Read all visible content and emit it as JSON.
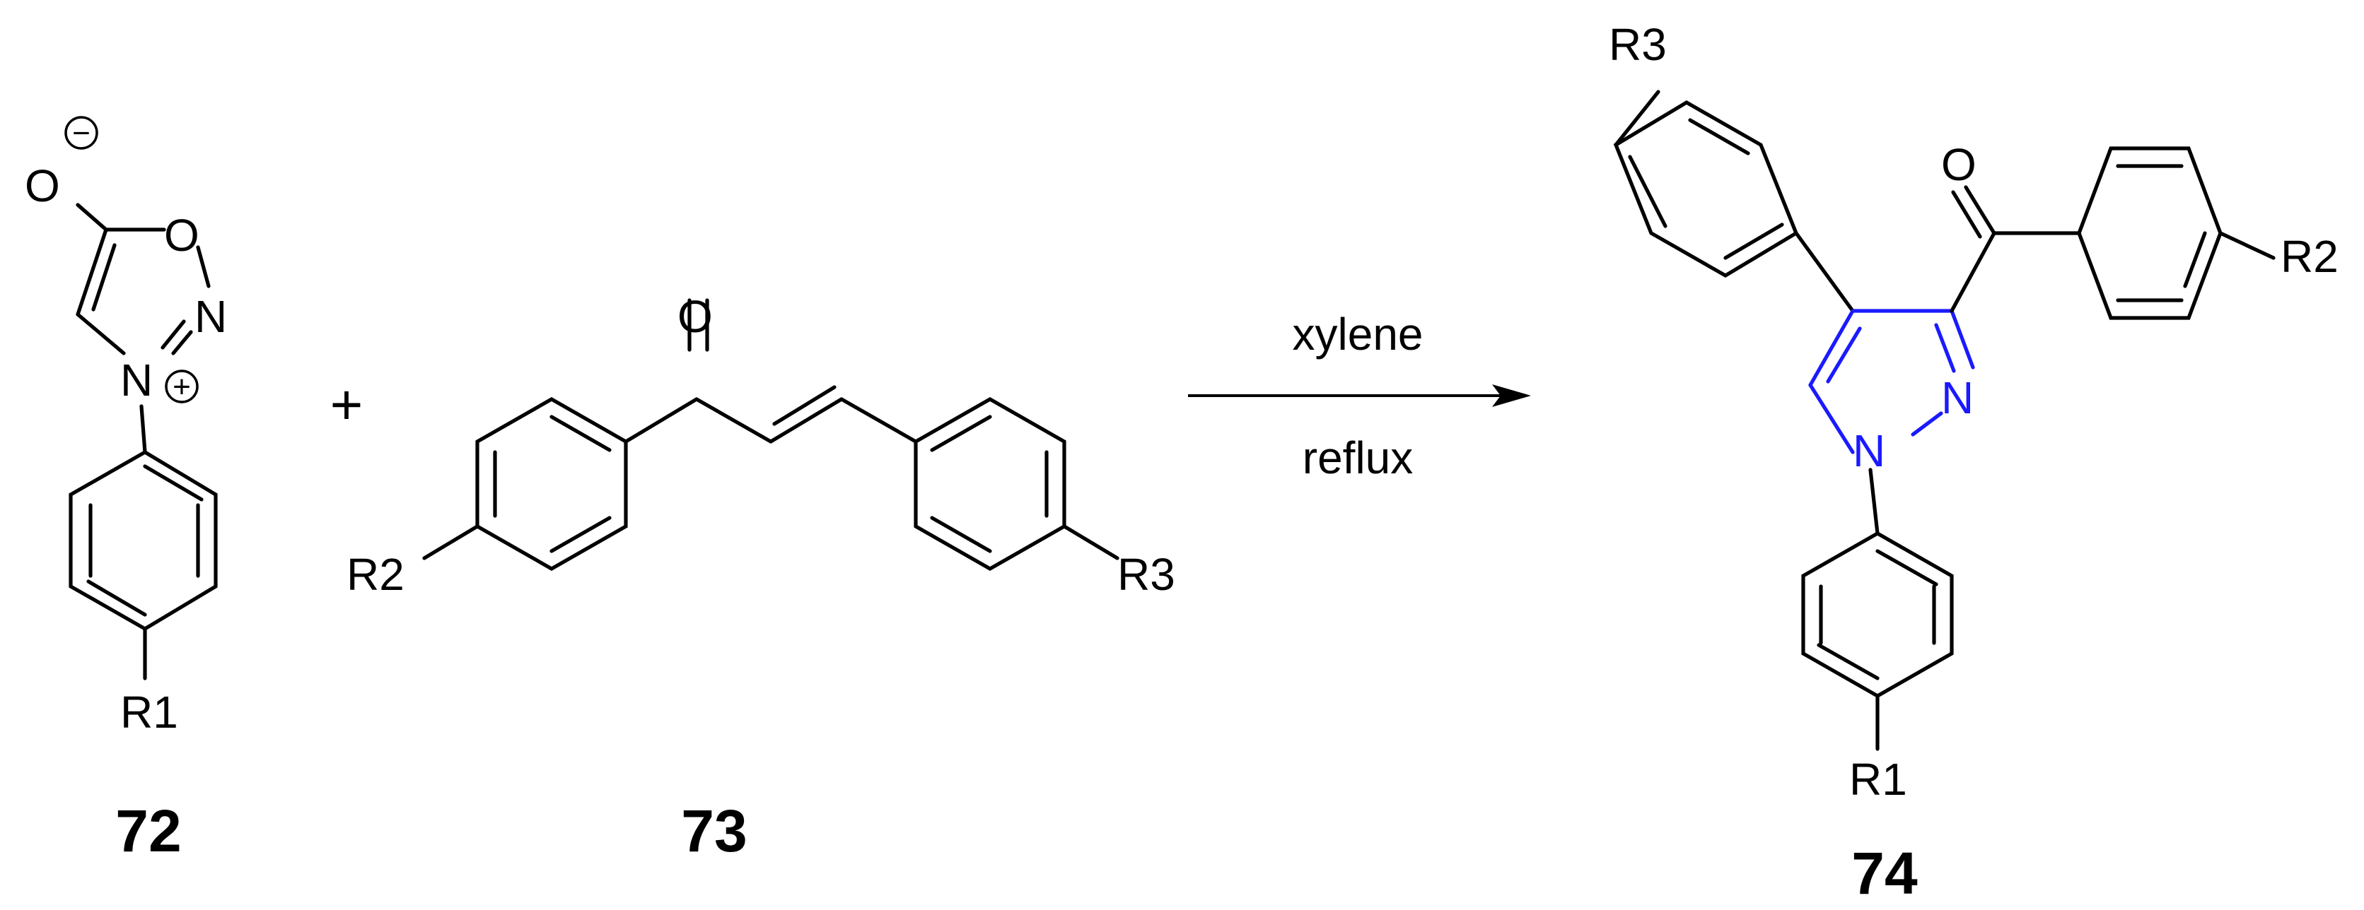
{
  "reaction": {
    "reactant_1": {
      "label": "72",
      "atoms": {
        "o_minus": "O",
        "ring_o": "O",
        "ring_n": "N",
        "n_plus": "N",
        "r1": "R1"
      },
      "charges": {
        "minus": "−",
        "plus": "+"
      }
    },
    "plus_sign": "+",
    "reactant_2": {
      "label": "73",
      "atoms": {
        "carbonyl_o": "O",
        "r2": "R2",
        "r3": "R3"
      }
    },
    "conditions": {
      "above": "xylene",
      "below": "reflux"
    },
    "product": {
      "label": "74",
      "atoms": {
        "r3": "R3",
        "carbonyl_o": "O",
        "r2": "R2",
        "n2": "N",
        "n1": "N",
        "r1": "R1"
      }
    }
  },
  "colors": {
    "bonds": "#000000",
    "pyrazole_core": "#1a1aff",
    "background": "#ffffff"
  }
}
